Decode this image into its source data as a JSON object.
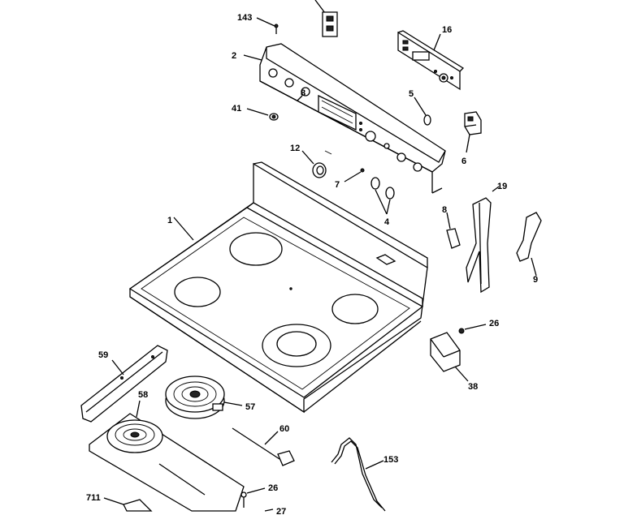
{
  "callouts": {
    "l143": "143",
    "l2": "2",
    "l16": "16",
    "l41": "41",
    "l8a": "8",
    "l5": "5",
    "l6": "6",
    "l12": "12",
    "l7": "7",
    "l4": "4",
    "l19": "19",
    "l8b": "8",
    "l1": "1",
    "l9": "9",
    "l26a": "26",
    "l38": "38",
    "l59": "59",
    "l58": "58",
    "l57": "57",
    "l60": "60",
    "l153": "153",
    "l711": "711",
    "l26b": "26",
    "l27": "27"
  }
}
